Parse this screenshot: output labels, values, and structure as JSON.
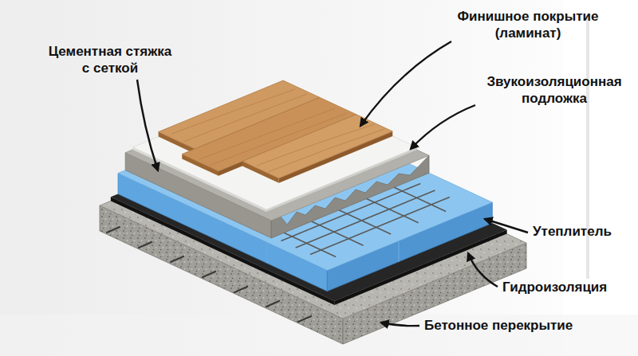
{
  "diagram": {
    "labels": [
      "Цементная стяжка с сеткой",
      "Финишное покрытие (ламинат)",
      "Звукоизоляционная подложка",
      "Утеплитель",
      "Гидроизоляция",
      "Бетонное перекрытие"
    ]
  }
}
